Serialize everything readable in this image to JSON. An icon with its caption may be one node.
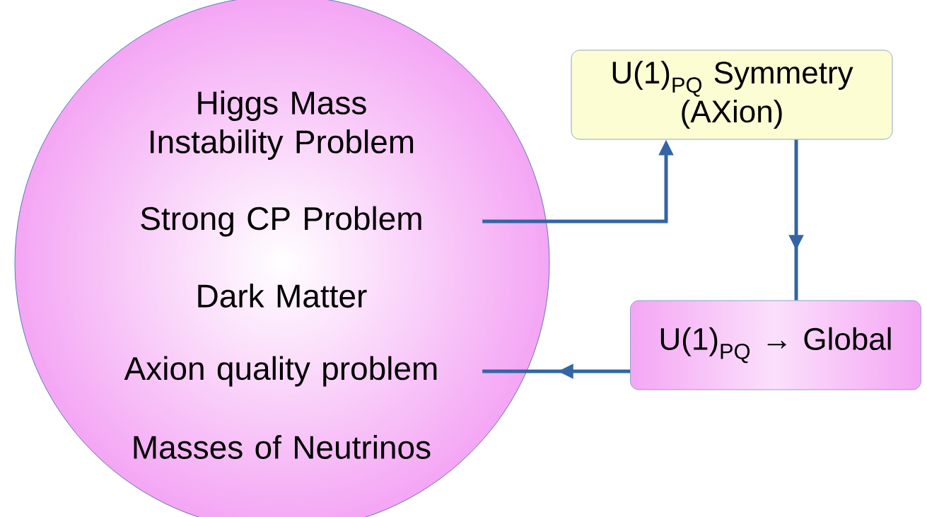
{
  "diagram": {
    "nodes": [
      {
        "text": [],
        "shape": "circle"
      },
      {
        "text": [
          "Higgs Mass Instability Problem"
        ],
        "in": 0
      },
      {
        "text": [
          "Strong CP Problem"
        ],
        "in": 0
      },
      {
        "text": [
          "Dark Matter"
        ],
        "in": 0
      },
      {
        "text": [
          "Axion quality problem"
        ],
        "in": 0
      },
      {
        "text": [
          "Masses of Neutrinos"
        ],
        "in": 0
      },
      {
        "text": [
          "U(1)$_{PQ}$ Symmetry (AXion)"
        ]
      },
      {
        "text": [
          "U(1)$_{PQ}$ → Global"
        ]
      }
    ],
    "edges": [
      {
        "from": 2,
        "to": 6,
        "arrow": "to"
      },
      {
        "from": 6,
        "to": 7,
        "arrow": "to"
      },
      {
        "from": 7,
        "to": 4,
        "arrow": "to"
      }
    ]
  }
}
